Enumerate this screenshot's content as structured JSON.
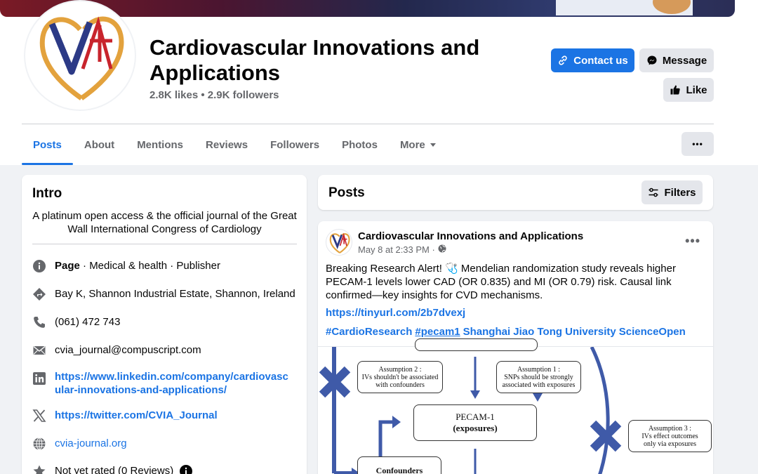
{
  "page": {
    "title": "Cardiovascular Innovations and Applications",
    "stats": "2.8K likes • 2.9K followers",
    "contact_label": "Contact us",
    "message_label": "Message",
    "like_label": "Like",
    "more_label": "•••"
  },
  "tabs": [
    {
      "label": "Posts",
      "active": true
    },
    {
      "label": "About"
    },
    {
      "label": "Mentions"
    },
    {
      "label": "Reviews"
    },
    {
      "label": "Followers"
    },
    {
      "label": "Photos"
    },
    {
      "label": "More"
    }
  ],
  "intro": {
    "title": "Intro",
    "bio": "A platinum open access & the official journal of the Great Wall International Congress of Cardiology",
    "page_label": "Page",
    "category": " · Medical & health · Publisher",
    "address": "Bay K, Shannon Industrial Estate, Shannon, Ireland",
    "phone": "(061) 472 743",
    "email": "cvia_journal@compuscript.com",
    "linkedin": "https://www.linkedin.com/company/cardiovascular-innovations-and-applications/",
    "twitter": "https://twitter.com/CVIA_Journal",
    "website": "cvia-journal.org",
    "rating": "Not yet rated (0 Reviews)"
  },
  "posts_header": {
    "title": "Posts",
    "filters_label": "Filters"
  },
  "post": {
    "author": "Cardiovascular Innovations and Applications",
    "time": "May 8 at 2:33 PM ·",
    "more": "•••",
    "text": "Breaking Research Alert! 🩺 Mendelian randomization study reveals higher PECAM-1 levels lower CAD (OR 0.835) and MI (OR 0.79) risk. Causal link confirmed—key insights for CVD mechanisms.",
    "url": "https://tinyurl.com/2b7dvexj",
    "tags": [
      "#CardioResearch",
      "#pecam1",
      "Shanghai Jiao Tong University",
      "ScienceOpen"
    ]
  },
  "diagram": {
    "assumption2": [
      "Assumption 2 :",
      "IVs shouldn't be associated",
      "with confounders"
    ],
    "assumption1": [
      "Assumption 1 :",
      "SNPs should be strongly",
      "associated with exposures"
    ],
    "pecam_title": "PECAM-1",
    "pecam_sub": "(exposures)",
    "assumption3": [
      "Assumption 3 :",
      "IVs effect outcomes",
      "only via exposures"
    ],
    "confounders": "Confounders"
  },
  "colors": {
    "facebook_blue": "#1b74e4",
    "secondary_text": "#65676b",
    "diagram_blue": "#3f5aa8"
  }
}
